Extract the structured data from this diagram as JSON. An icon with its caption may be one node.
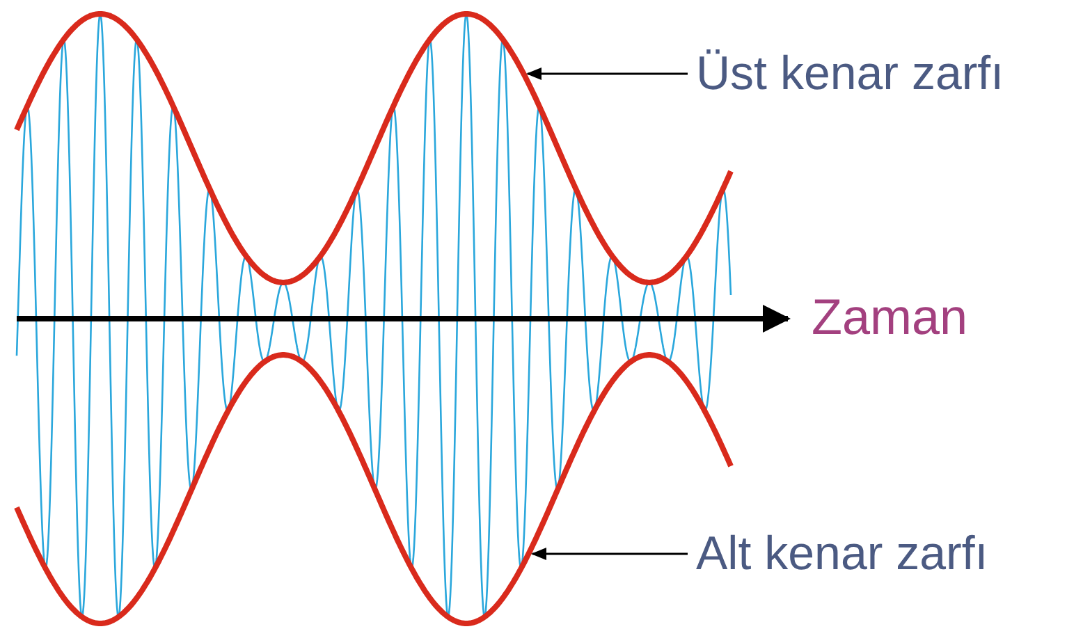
{
  "diagram": {
    "nodes": [
      {
        "text": [],
        "shape": "curve"
      },
      {
        "text": [],
        "shape": "curve"
      },
      {
        "text": [
          "Üst kenar zarfı"
        ]
      },
      {
        "text": [
          "Alt kenar zarfı"
        ]
      }
    ],
    "edges": [
      {
        "from": 2,
        "to": 0,
        "arrow": "to"
      },
      {
        "from": 3,
        "to": 1,
        "arrow": "to"
      }
    ],
    "labels": [
      "Zaman"
    ]
  }
}
